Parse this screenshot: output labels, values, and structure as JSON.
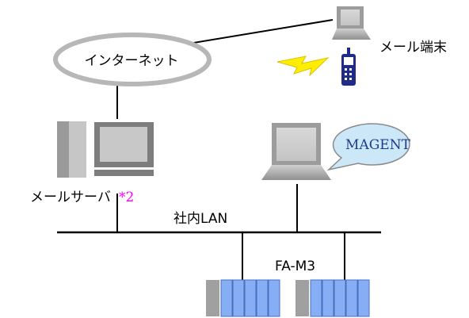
{
  "labels": {
    "internet": "インターネット",
    "mail_terminal": "メール端末",
    "mail_server": "メールサーバ",
    "footnote": "*2",
    "lan": "社内LAN",
    "magent": "MAGENT",
    "plc": "FA-M3"
  },
  "colors": {
    "plc_module": "#86aef4",
    "plc_power": "#a0a0a0",
    "bubble_fill": "#cce8f8",
    "footnote": "#ff00ff",
    "bolt": "#ffee00"
  },
  "icons": [
    "cloud-icon",
    "laptop-icon",
    "mobile-phone-icon",
    "lightning-icon",
    "server-tower-icon",
    "monitor-icon",
    "speech-bubble-icon",
    "plc-rack-icon"
  ]
}
